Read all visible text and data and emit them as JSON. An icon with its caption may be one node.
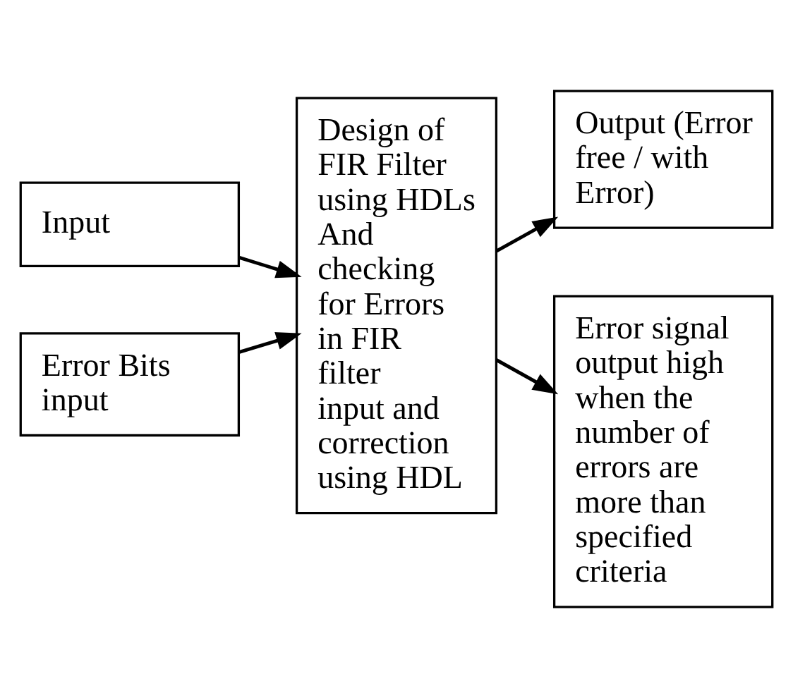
{
  "diagram": {
    "nodes": [
      {
        "text": [
          "Input"
        ]
      },
      {
        "text": [
          "Error Bits input"
        ]
      },
      {
        "text": [
          "Design of FIR Filter using HDLs And checking for Errors in FIR filter input and correction using HDL"
        ]
      },
      {
        "text": [
          "Output (Error free / with Error)"
        ]
      },
      {
        "text": [
          "Error signal output high when the number of errors are more than specified criteria"
        ]
      }
    ],
    "edges": [
      {
        "from": 0,
        "to": 2,
        "arrow": "to"
      },
      {
        "from": 1,
        "to": 2,
        "arrow": "to"
      },
      {
        "from": 2,
        "to": 3,
        "arrow": "to"
      },
      {
        "from": 2,
        "to": 4,
        "arrow": "to"
      }
    ]
  }
}
